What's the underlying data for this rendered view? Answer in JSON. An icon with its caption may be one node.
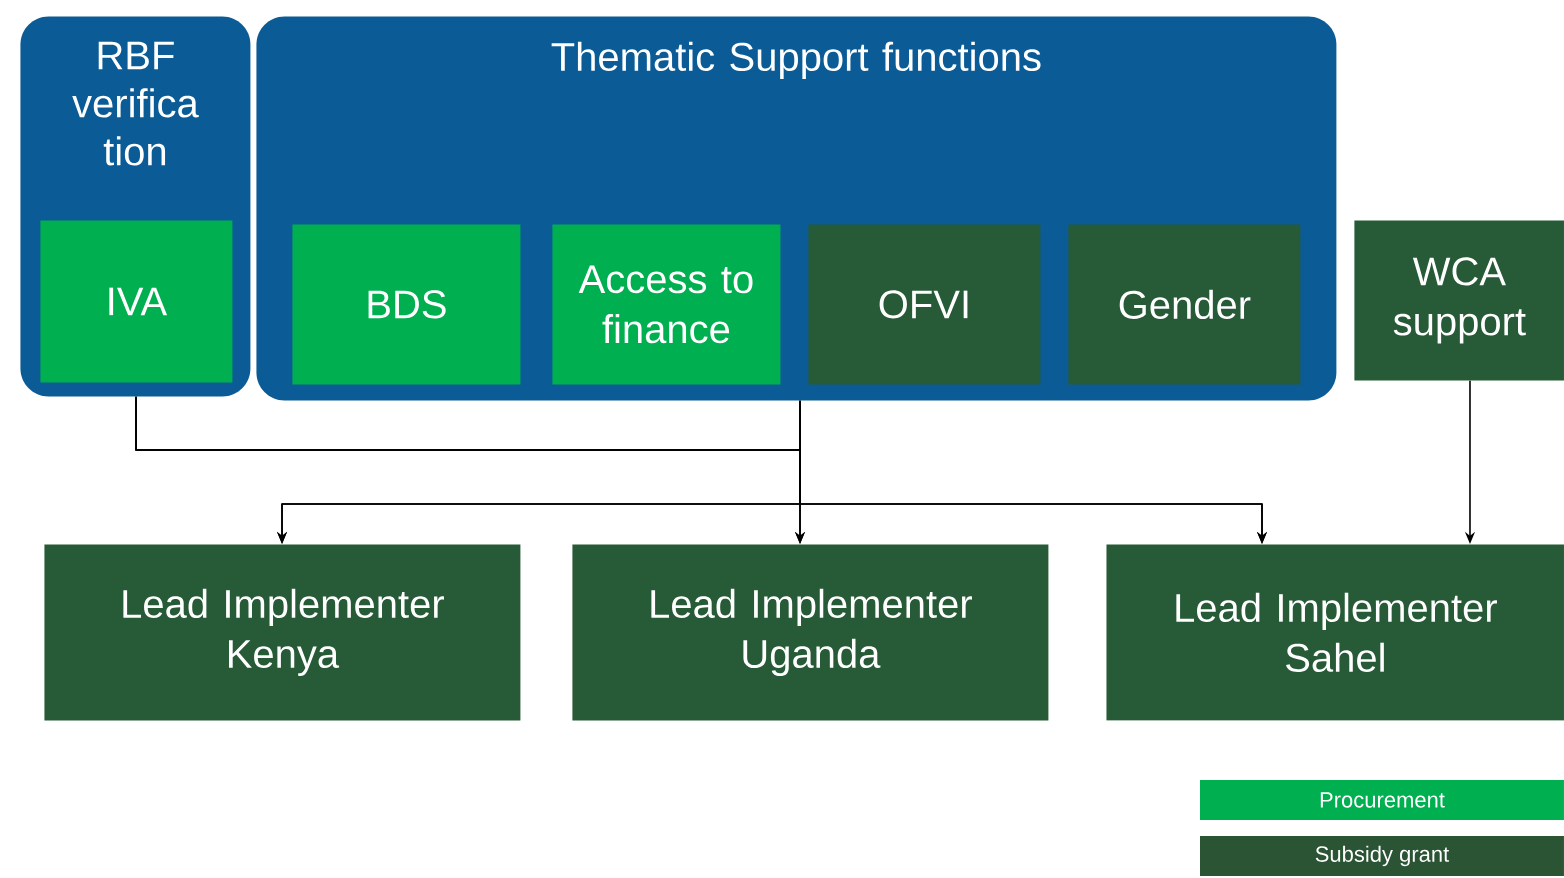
{
  "diagram": {
    "nodes": [
      {
        "text": [
          "RBF verifica tion"
        ]
      },
      {
        "text": [
          "IVA"
        ],
        "in": 0
      },
      {
        "text": [
          "Thematic Support functions"
        ]
      },
      {
        "text": [
          "BDS"
        ],
        "in": 2
      },
      {
        "text": [
          "Access to finance"
        ],
        "in": 2
      },
      {
        "text": [
          "OFVI"
        ],
        "in": 2
      },
      {
        "text": [
          "Gender"
        ],
        "in": 2
      },
      {
        "text": [
          "WCA support"
        ]
      },
      {
        "text": [
          "Lead Implementer Kenya"
        ]
      },
      {
        "text": [
          "Lead Implementer Uganda"
        ]
      },
      {
        "text": [
          "Lead Implementer Sahel"
        ]
      }
    ],
    "edges": [
      {
        "from": 0,
        "to": 8,
        "arrow": "to"
      },
      {
        "from": 0,
        "to": 9,
        "arrow": "to"
      },
      {
        "from": 0,
        "to": 10,
        "arrow": "to"
      },
      {
        "from": 2,
        "to": 8,
        "arrow": "to"
      },
      {
        "from": 2,
        "to": 9,
        "arrow": "to"
      },
      {
        "from": 2,
        "to": 10,
        "arrow": "to"
      },
      {
        "from": 7,
        "to": 10,
        "arrow": "to"
      }
    ],
    "legend": [
      {
        "text": "Procurement",
        "color": "#00b050"
      },
      {
        "text": "Subsidy grant",
        "color": "#2a5434"
      }
    ]
  }
}
